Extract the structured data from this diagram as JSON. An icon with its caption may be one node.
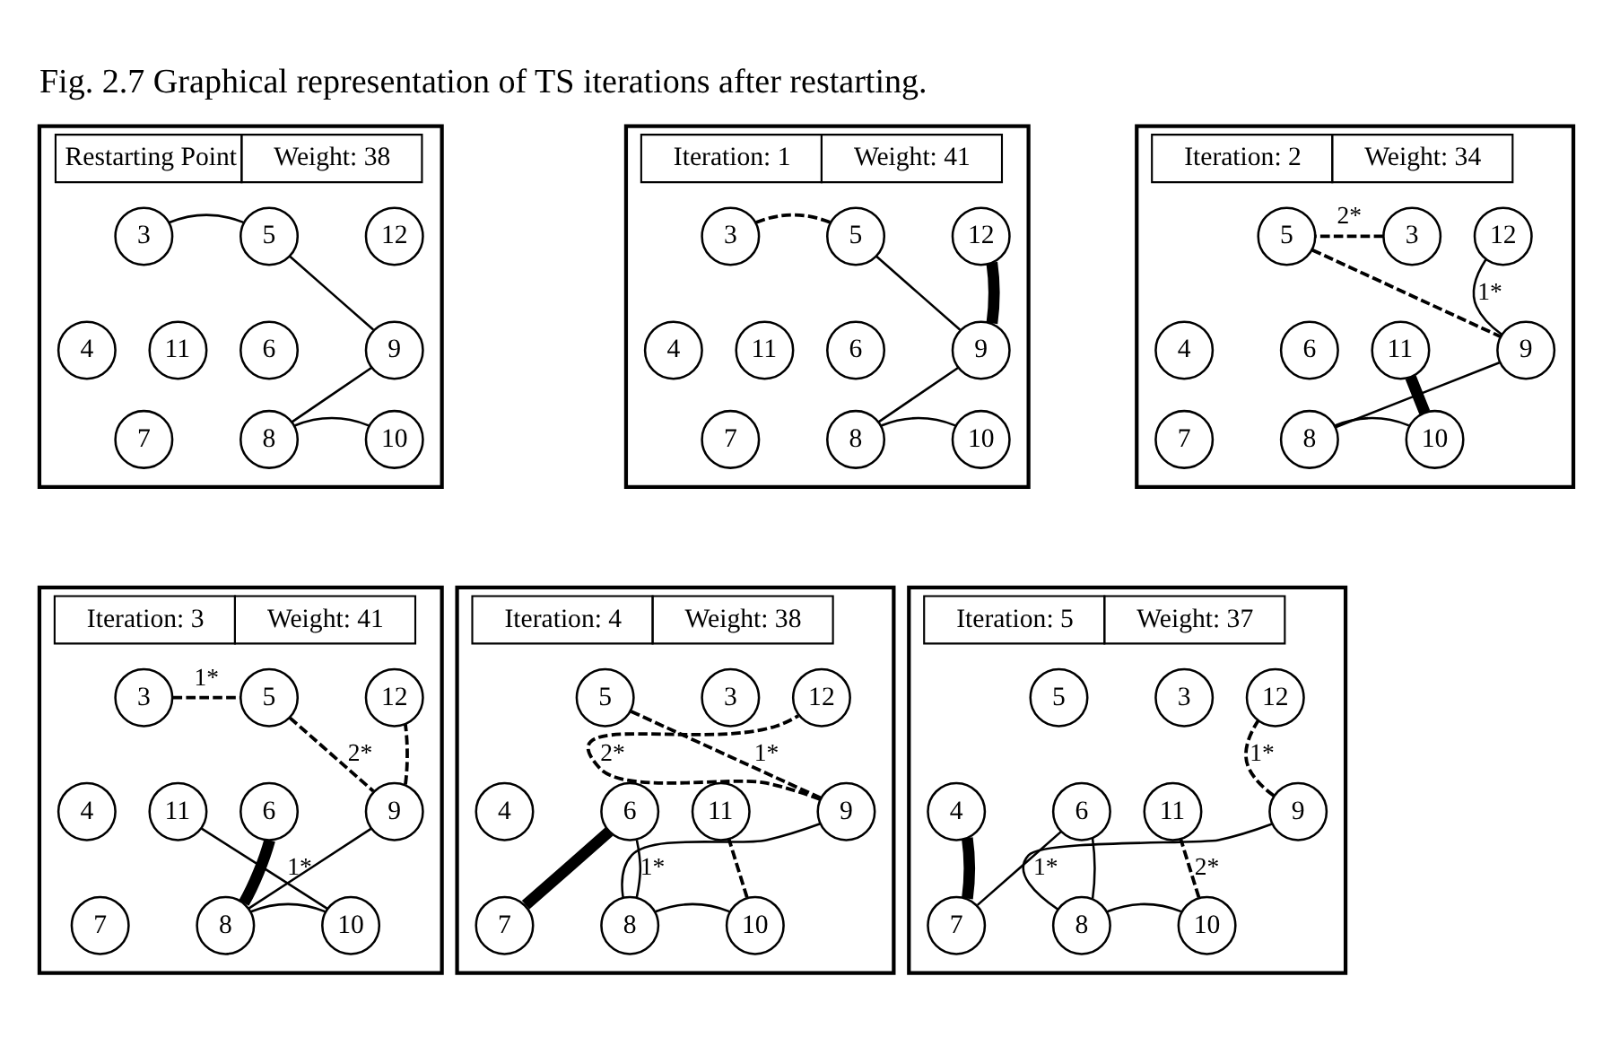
{
  "diagram": {
    "title": "Fig. 2.7 Graphical representation of TS iterations after restarting.",
    "nodes": [
      {
        "text": [
          "Restarting Point",
          "Weight: 38"
        ]
      },
      {
        "text": [
          "3"
        ],
        "in": 0
      },
      {
        "text": [
          "5"
        ],
        "in": 0
      },
      {
        "text": [
          "12"
        ],
        "in": 0
      },
      {
        "text": [
          "4"
        ],
        "in": 0
      },
      {
        "text": [
          "6"
        ],
        "in": 0
      },
      {
        "text": [
          "9"
        ],
        "in": 0
      },
      {
        "text": [
          "11"
        ],
        "in": 0
      },
      {
        "text": [
          "7"
        ],
        "in": 0
      },
      {
        "text": [
          "8"
        ],
        "in": 0
      },
      {
        "text": [
          "10"
        ],
        "in": 0
      },
      {
        "text": [
          "Iteration: 1",
          "Weight: 41"
        ]
      },
      {
        "text": [
          "3"
        ],
        "in": 11
      },
      {
        "text": [
          "5"
        ],
        "in": 11
      },
      {
        "text": [
          "12"
        ],
        "in": 11
      },
      {
        "text": [
          "4"
        ],
        "in": 11
      },
      {
        "text": [
          "6"
        ],
        "in": 11
      },
      {
        "text": [
          "9"
        ],
        "in": 11
      },
      {
        "text": [
          "11"
        ],
        "in": 11
      },
      {
        "text": [
          "7"
        ],
        "in": 11
      },
      {
        "text": [
          "8"
        ],
        "in": 11
      },
      {
        "text": [
          "10"
        ],
        "in": 11
      },
      {
        "text": [
          "Iteration: 2",
          "Weight: 34"
        ]
      },
      {
        "text": [
          "3"
        ],
        "in": 22
      },
      {
        "text": [
          "5"
        ],
        "in": 22
      },
      {
        "text": [
          "12"
        ],
        "in": 22
      },
      {
        "text": [
          "4"
        ],
        "in": 22
      },
      {
        "text": [
          "6"
        ],
        "in": 22
      },
      {
        "text": [
          "9"
        ],
        "in": 22
      },
      {
        "text": [
          "11"
        ],
        "in": 22
      },
      {
        "text": [
          "7"
        ],
        "in": 22
      },
      {
        "text": [
          "8"
        ],
        "in": 22
      },
      {
        "text": [
          "10"
        ],
        "in": 22
      },
      {
        "text": [
          "Iteration: 3",
          "Weight: 41"
        ]
      },
      {
        "text": [
          "3"
        ],
        "in": 33
      },
      {
        "text": [
          "5"
        ],
        "in": 33
      },
      {
        "text": [
          "12"
        ],
        "in": 33
      },
      {
        "text": [
          "4"
        ],
        "in": 33
      },
      {
        "text": [
          "6"
        ],
        "in": 33
      },
      {
        "text": [
          "9"
        ],
        "in": 33
      },
      {
        "text": [
          "11"
        ],
        "in": 33
      },
      {
        "text": [
          "7"
        ],
        "in": 33
      },
      {
        "text": [
          "8"
        ],
        "in": 33
      },
      {
        "text": [
          "10"
        ],
        "in": 33
      },
      {
        "text": [
          "Iteration: 4",
          "Weight: 38"
        ]
      },
      {
        "text": [
          "3"
        ],
        "in": 44
      },
      {
        "text": [
          "5"
        ],
        "in": 44
      },
      {
        "text": [
          "12"
        ],
        "in": 44
      },
      {
        "text": [
          "4"
        ],
        "in": 44
      },
      {
        "text": [
          "6"
        ],
        "in": 44
      },
      {
        "text": [
          "9"
        ],
        "in": 44
      },
      {
        "text": [
          "11"
        ],
        "in": 44
      },
      {
        "text": [
          "7"
        ],
        "in": 44
      },
      {
        "text": [
          "8"
        ],
        "in": 44
      },
      {
        "text": [
          "10"
        ],
        "in": 44
      },
      {
        "text": [
          "Iteration: 5",
          "Weight: 37"
        ]
      },
      {
        "text": [
          "3"
        ],
        "in": 55
      },
      {
        "text": [
          "5"
        ],
        "in": 55
      },
      {
        "text": [
          "12"
        ],
        "in": 55
      },
      {
        "text": [
          "4"
        ],
        "in": 55
      },
      {
        "text": [
          "6"
        ],
        "in": 55
      },
      {
        "text": [
          "9"
        ],
        "in": 55
      },
      {
        "text": [
          "11"
        ],
        "in": 55
      },
      {
        "text": [
          "7"
        ],
        "in": 55
      },
      {
        "text": [
          "8"
        ],
        "in": 55
      },
      {
        "text": [
          "10"
        ],
        "in": 55
      }
    ],
    "edges": [
      {
        "from": 1,
        "to": 2,
        "arrow": "none"
      },
      {
        "from": 2,
        "to": 6,
        "arrow": "none"
      },
      {
        "from": 6,
        "to": 9,
        "arrow": "none"
      },
      {
        "from": 9,
        "to": 10,
        "arrow": "none"
      },
      {
        "from": 12,
        "to": 13,
        "arrow": "none",
        "style": "dashed"
      },
      {
        "from": 13,
        "to": 17,
        "arrow": "none"
      },
      {
        "from": 17,
        "to": 14,
        "arrow": "none",
        "style": "thick"
      },
      {
        "from": 17,
        "to": 20,
        "arrow": "none"
      },
      {
        "from": 20,
        "to": 21,
        "arrow": "none"
      },
      {
        "from": 23,
        "to": 24,
        "arrow": "none",
        "style": "dashed",
        "label": "2*"
      },
      {
        "from": 24,
        "to": 28,
        "arrow": "none",
        "style": "dashed"
      },
      {
        "from": 28,
        "to": 25,
        "arrow": "none",
        "label": "1*"
      },
      {
        "from": 28,
        "to": 31,
        "arrow": "none"
      },
      {
        "from": 31,
        "to": 32,
        "arrow": "none"
      },
      {
        "from": 32,
        "to": 29,
        "arrow": "none",
        "style": "thick"
      },
      {
        "from": 34,
        "to": 35,
        "arrow": "none",
        "style": "dashed",
        "label": "1*"
      },
      {
        "from": 35,
        "to": 39,
        "arrow": "none",
        "style": "dashed",
        "label": "2*"
      },
      {
        "from": 39,
        "to": 36,
        "arrow": "none",
        "style": "dashed"
      },
      {
        "from": 38,
        "to": 42,
        "arrow": "none",
        "style": "thick"
      },
      {
        "from": 42,
        "to": 39,
        "arrow": "none"
      },
      {
        "from": 42,
        "to": 43,
        "arrow": "none"
      },
      {
        "from": 43,
        "to": 40,
        "arrow": "none",
        "label": "1*"
      },
      {
        "from": 46,
        "to": 50,
        "arrow": "none",
        "style": "dashed",
        "label": "1*"
      },
      {
        "from": 50,
        "to": 47,
        "arrow": "none",
        "style": "dashed",
        "label": "2*"
      },
      {
        "from": 49,
        "to": 52,
        "arrow": "none",
        "style": "thick"
      },
      {
        "from": 49,
        "to": 53,
        "arrow": "none",
        "label": "1*"
      },
      {
        "from": 53,
        "to": 50,
        "arrow": "none"
      },
      {
        "from": 53,
        "to": 54,
        "arrow": "none"
      },
      {
        "from": 54,
        "to": 51,
        "arrow": "none",
        "style": "dashed"
      },
      {
        "from": 61,
        "to": 58,
        "arrow": "none",
        "style": "dashed",
        "label": "1*"
      },
      {
        "from": 59,
        "to": 63,
        "arrow": "none",
        "style": "thick"
      },
      {
        "from": 63,
        "to": 60,
        "arrow": "none",
        "label": "1*"
      },
      {
        "from": 60,
        "to": 64,
        "arrow": "none"
      },
      {
        "from": 64,
        "to": 61,
        "arrow": "none"
      },
      {
        "from": 64,
        "to": 65,
        "arrow": "none"
      },
      {
        "from": 65,
        "to": 62,
        "arrow": "none",
        "style": "dashed",
        "label": "2*"
      }
    ]
  }
}
